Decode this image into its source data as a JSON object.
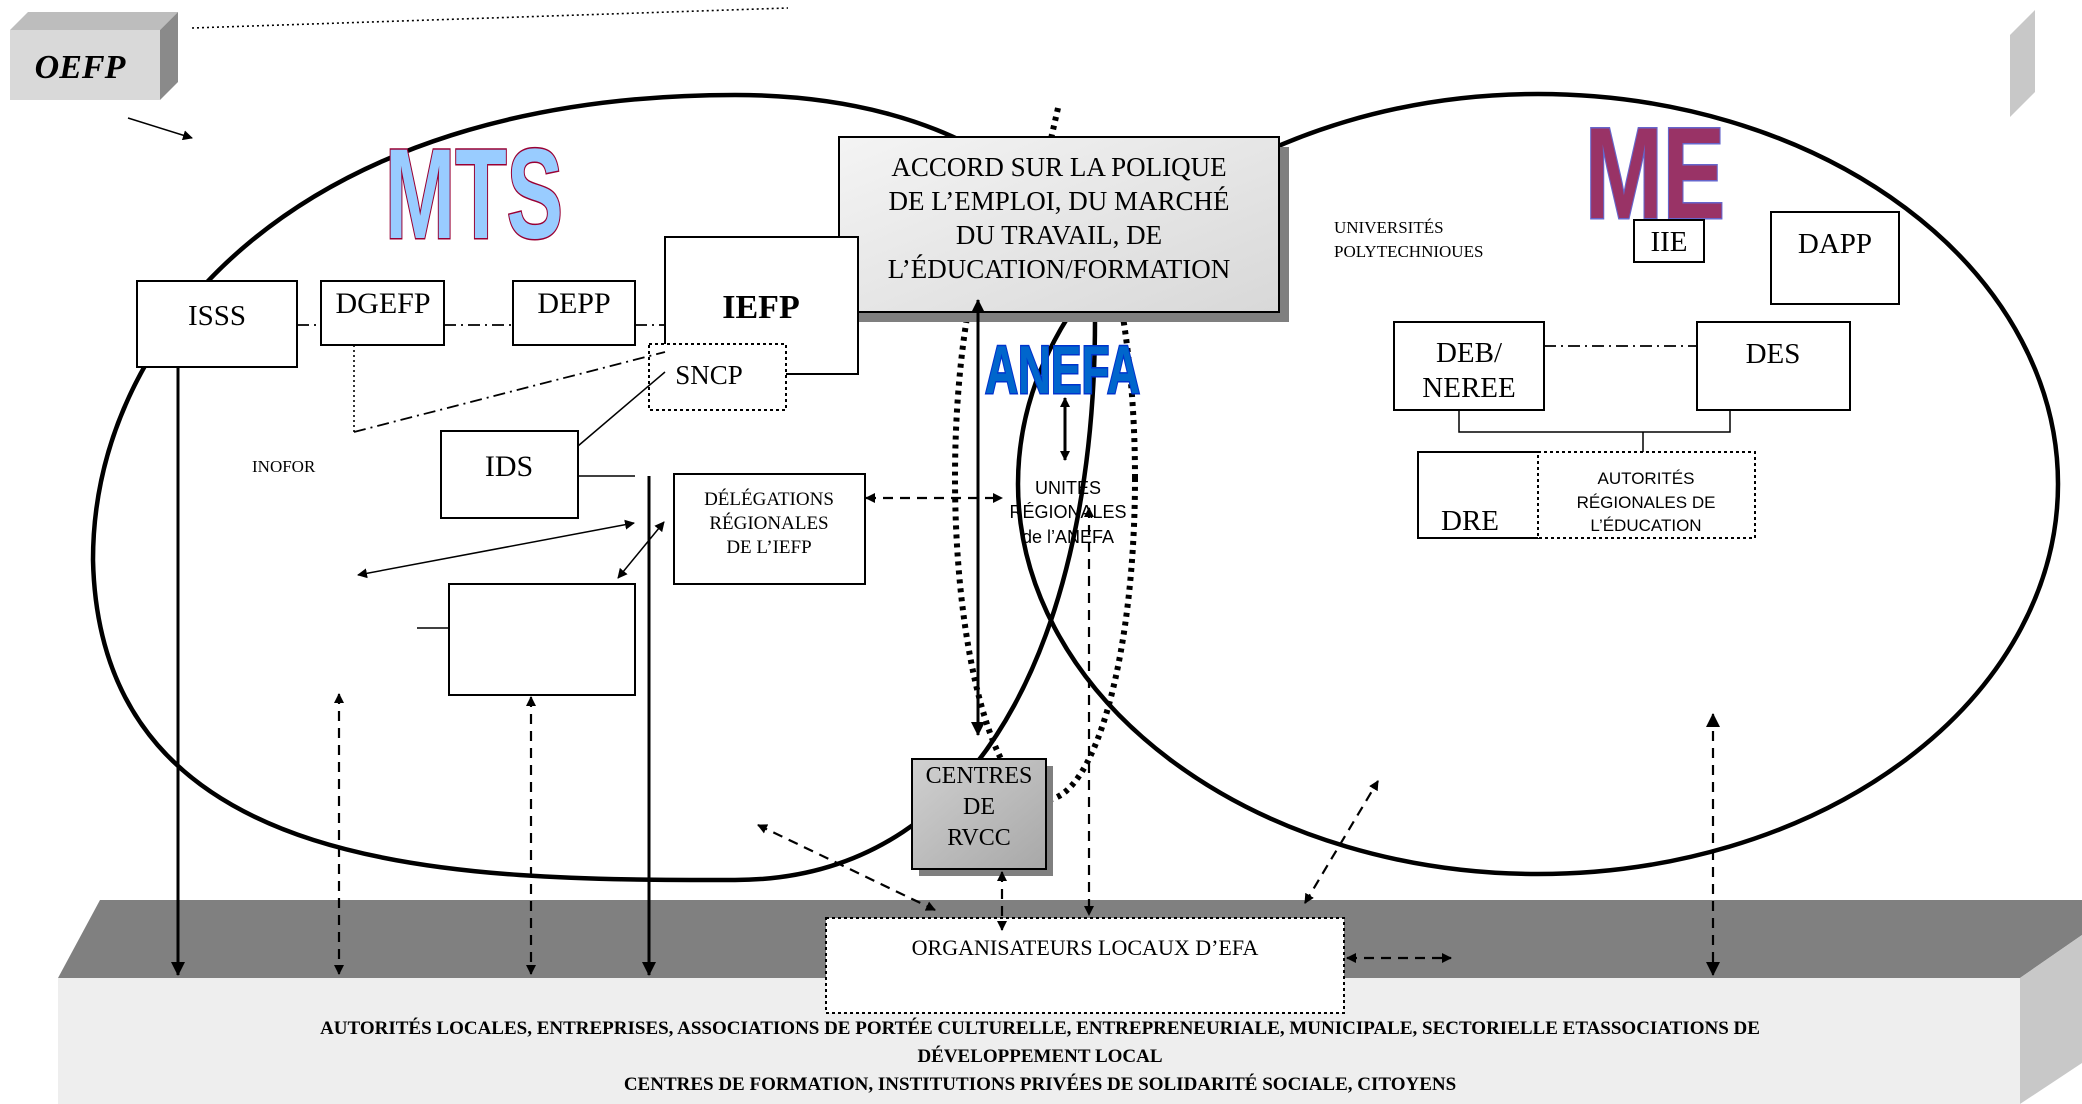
{
  "labels": {
    "oefp": "OEFP",
    "mts": "MTS",
    "me": "ME",
    "anefa": "ANEFA",
    "accord": [
      "ACCORD SUR LA POLIQUE",
      "DE L’EMPLOI, DU MARCHÉ",
      "DU TRAVAIL, DE",
      "L’ÉDUCATION/FORMATION"
    ],
    "isss": "ISSS",
    "dgefp": "DGEFP",
    "depp": "DEPP",
    "iefp": "IEFP",
    "sncp": "SNCP",
    "inofor": "INOFOR",
    "ids": "IDS",
    "delegations": [
      "DÉLÉGATIONS",
      "RÉGIONALES",
      "DE L’IEFP"
    ],
    "unites": [
      "UNITÉS",
      "RÉGIONALES",
      "de l’ANEFA"
    ],
    "universites": [
      "UNIVERSITÉS",
      "POLYTECHNIOUES"
    ],
    "iie": "IIE",
    "dapp": "DAPP",
    "deb": [
      "DEB/",
      "NEREE"
    ],
    "des": "DES",
    "dre": "DRE",
    "autorites_regionales": [
      "AUTORITÉS",
      "RÉGIONALES DE",
      "L’ÉDUCATION"
    ],
    "centres_rvcc": [
      "CENTRES",
      "DE",
      "RVCC"
    ],
    "organisateurs": "ORGANISATEURS LOCAUX D’EFA",
    "platform": [
      "AUTORITÉS LOCALES, ENTREPRISES, ASSOCIATIONS DE PORTÉE CULTURELLE, ENTREPRENEURIALE, MUNICIPALE, SECTORIELLE ETASSOCIATIONS  DE",
      "DÉVELOPPEMENT LOCAL",
      "CENTRES DE FORMATION, INSTITUTIONS PRIVÉES DE SOLIDARITÉ SOCIALE, CITOYENS"
    ]
  },
  "colors": {
    "mts_fill": "#99ccff",
    "mts_stroke": "#990033",
    "me_fill": "#993366",
    "me_stroke": "#6666cc",
    "anefa_fill": "#0066cc",
    "anefa_stroke": "#0033cc",
    "platform_top": "#808080",
    "platform_front": "#eeeeee"
  }
}
